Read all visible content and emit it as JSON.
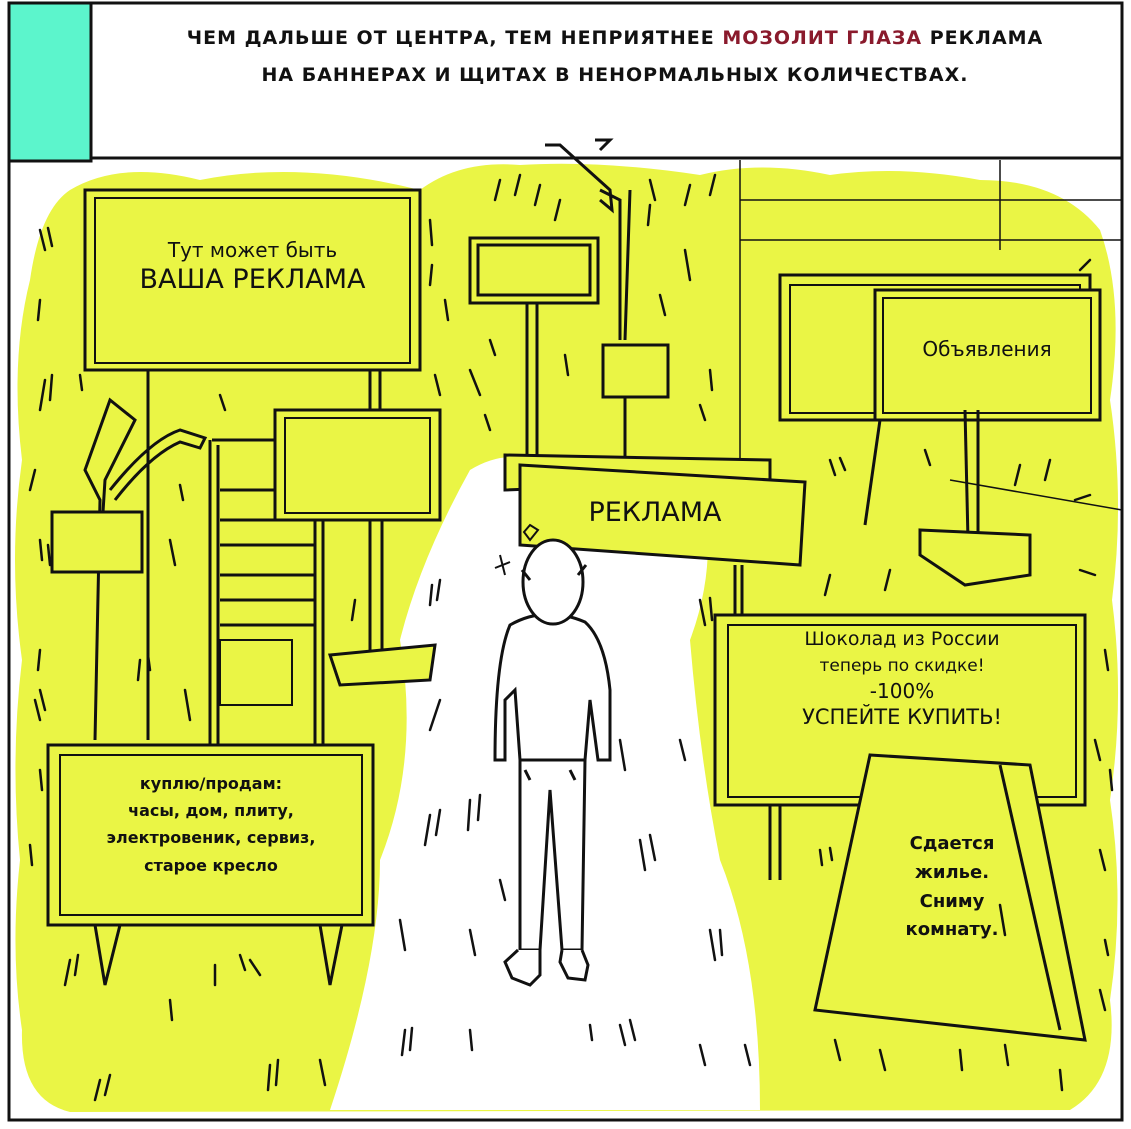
{
  "colors": {
    "highlight": "#eaf545",
    "corner_tab": "#5cf5cc",
    "caption_accent": "#8a1a2c",
    "ink": "#111111"
  },
  "caption": {
    "line1_start": "Чем дальше от центра, тем неприятнее ",
    "line1_accent": "мозолит глаза",
    "line1_end": " реклама",
    "line2": "на баннерах и щитах в ненормальных количествах."
  },
  "signs": {
    "top_left": {
      "line1": "Тут может быть",
      "line2": "ВАША РЕКЛАМА"
    },
    "notices": "Объявления",
    "center": "РЕКЛАМА",
    "chocolate": {
      "line1": "Шоколад из России",
      "line2": "теперь по скидке!",
      "line3": "-100%",
      "line4": "УСПЕЙТЕ КУПИТЬ!"
    },
    "buy_sell": {
      "line1": "куплю/продам:",
      "line2": "часы, дом, плиту,",
      "line3": "электровеник, сервиз,",
      "line4": "старое кресло"
    },
    "rent": {
      "line1": "Сдается",
      "line2": "жилье.",
      "line3": "Сниму",
      "line4": "комнату."
    }
  }
}
